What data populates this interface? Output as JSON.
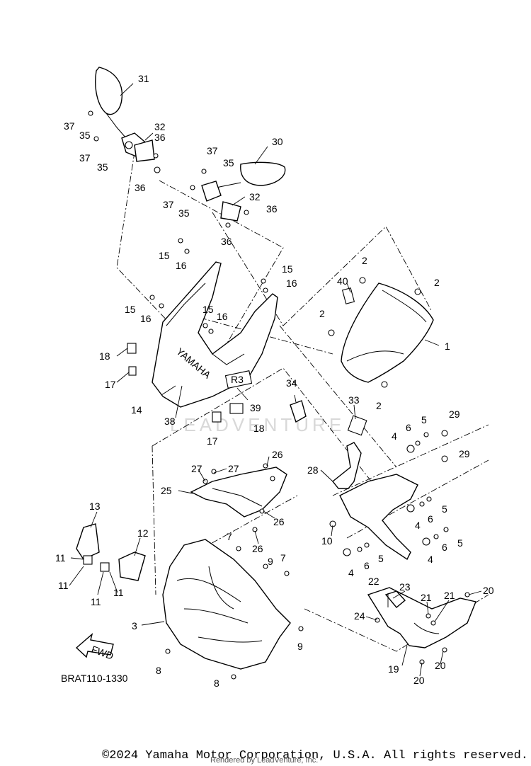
{
  "diagram": {
    "code": "BRAT110-1330",
    "fwd_label": "FWD",
    "watermark": "LEADVENTURE",
    "copyright": "©2024 Yamaha Motor Corporation, U.S.A. All rights reserved.",
    "rendered_by": "Rendered by LeadVenture, Inc.",
    "callouts": [
      "1",
      "2",
      "2",
      "2",
      "2",
      "3",
      "4",
      "4",
      "4",
      "4",
      "5",
      "5",
      "5",
      "5",
      "6",
      "6",
      "6",
      "6",
      "7",
      "7",
      "8",
      "8",
      "9",
      "9",
      "10",
      "11",
      "11",
      "11",
      "11",
      "12",
      "13",
      "14",
      "15",
      "15",
      "15",
      "15",
      "16",
      "16",
      "16",
      "16",
      "17",
      "17",
      "18",
      "18",
      "19",
      "20",
      "20",
      "20",
      "21",
      "21",
      "22",
      "23",
      "24",
      "25",
      "26",
      "26",
      "26",
      "27",
      "27",
      "28",
      "29",
      "29",
      "30",
      "31",
      "32",
      "32",
      "33",
      "34",
      "35",
      "35",
      "35",
      "35",
      "36",
      "36",
      "36",
      "36",
      "37",
      "37",
      "37",
      "37",
      "38",
      "39",
      "40"
    ]
  }
}
